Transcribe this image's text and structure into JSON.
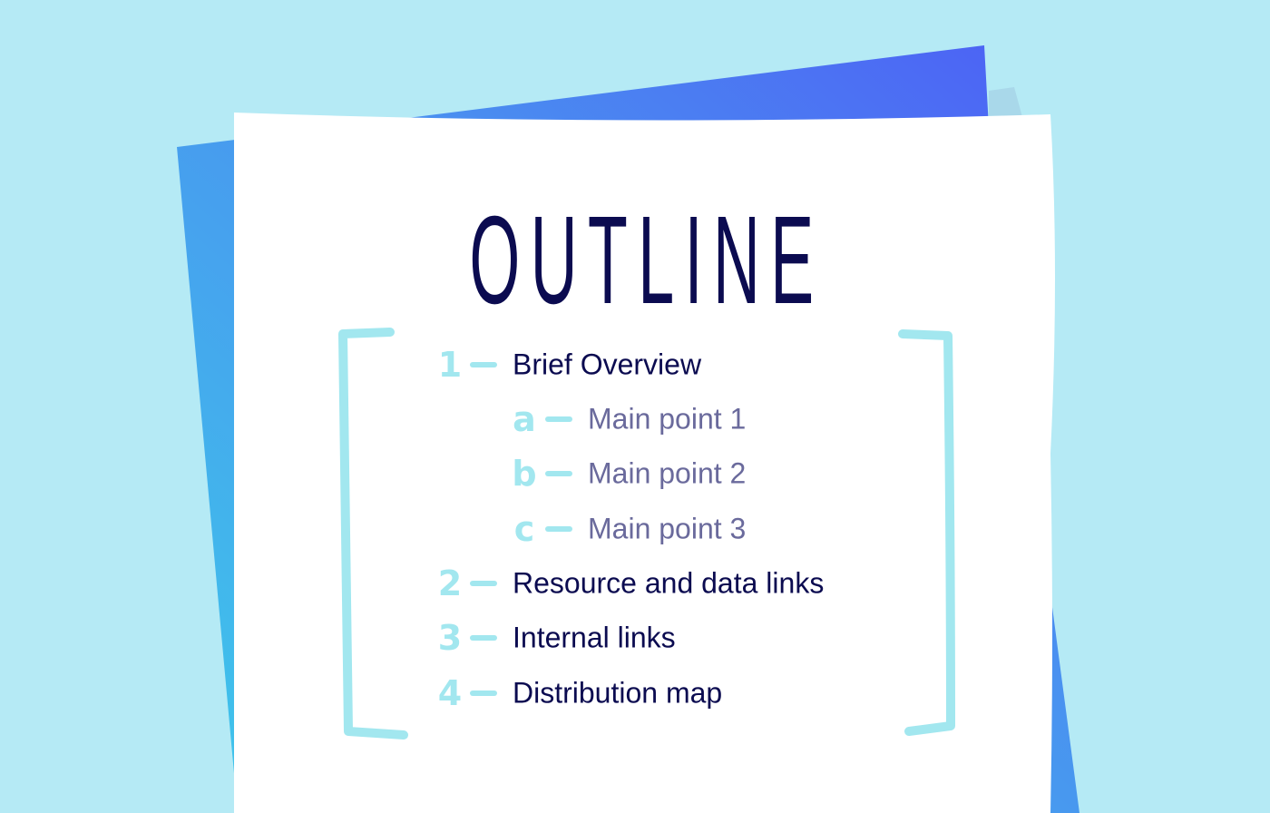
{
  "title": "OUTLINE",
  "colors": {
    "background": "#b5eaf5",
    "ink": "#0b0b50",
    "sub_ink": "#6a6a9c",
    "accent": "#a2e7ef"
  },
  "items": [
    {
      "marker": "1",
      "label": "Brief Overview",
      "level": "top"
    },
    {
      "marker": "a",
      "label": "Main point 1",
      "level": "sub"
    },
    {
      "marker": "b",
      "label": "Main point 2",
      "level": "sub"
    },
    {
      "marker": "c",
      "label": "Main point 3",
      "level": "sub"
    },
    {
      "marker": "2",
      "label": "Resource and data links",
      "level": "top"
    },
    {
      "marker": "3",
      "label": "Internal links",
      "level": "top"
    },
    {
      "marker": "4",
      "label": "Distribution map",
      "level": "top"
    }
  ]
}
